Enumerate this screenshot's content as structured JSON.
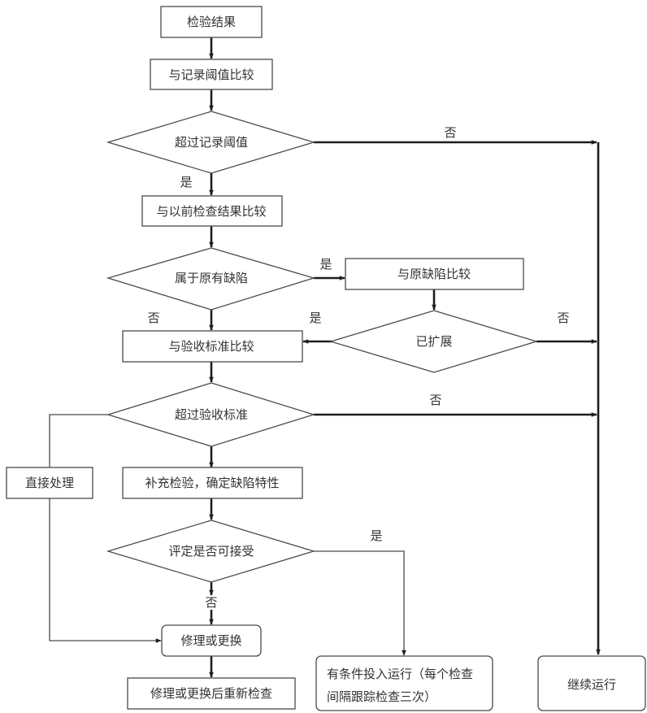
{
  "diagram": {
    "nodes": {
      "inspection_result": "检验结果",
      "compare_record_threshold": "与记录阈值比较",
      "exceed_record_threshold": "超过记录阈值",
      "compare_previous_results": "与以前检查结果比较",
      "is_original_defect": "属于原有缺陷",
      "compare_original_defect": "与原缺陷比较",
      "expanded": "已扩展",
      "compare_acceptance_standard": "与验收标准比较",
      "exceed_acceptance_standard": "超过验收标准",
      "direct_handling": "直接处理",
      "supplementary_inspection": "补充检验，确定缺陷特性",
      "evaluate_acceptable": "评定是否可接受",
      "repair_or_replace": "修理或更换",
      "reinspect_after_repair": "修理或更换后重新检查",
      "conditional_operation_line1": "有条件投入运行（每个检查",
      "conditional_operation_line2": "间隔跟踪检查三次）",
      "continue_operation": "继续运行"
    },
    "edge_labels": {
      "exceed_record_no": "否",
      "exceed_record_yes": "是",
      "original_defect_yes": "是",
      "original_defect_no": "否",
      "expanded_yes": "是",
      "expanded_no": "否",
      "exceed_acceptance_no": "否",
      "acceptable_yes": "是",
      "acceptable_no": "否"
    }
  }
}
